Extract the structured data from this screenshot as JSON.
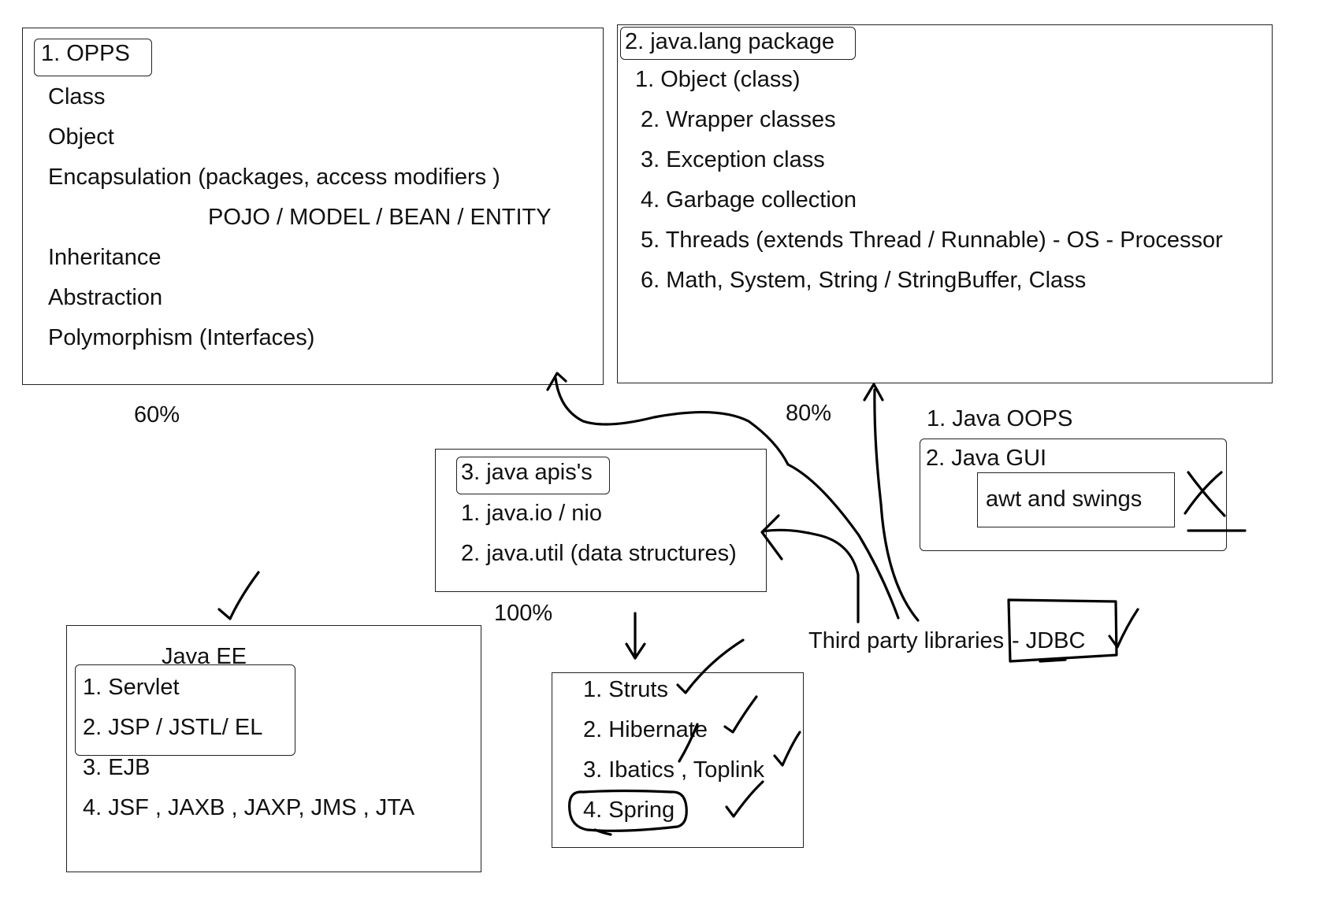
{
  "oops": {
    "title": "1. OPPS",
    "items": [
      "Class",
      "Object",
      "Encapsulation (packages, access modifiers )"
    ],
    "pojo": "POJO / MODEL / BEAN / ENTITY",
    "items2": [
      "Inheritance",
      "Abstraction",
      "Polymorphism (Interfaces)"
    ],
    "percent": "60%"
  },
  "lang": {
    "title": "2. java.lang package",
    "items": [
      "1. Object (class)",
      "2. Wrapper classes",
      "3. Exception class",
      "4. Garbage collection",
      "5. Threads (extends Thread / Runnable) - OS - Processor",
      "6. Math, System, String / StringBuffer, Class"
    ],
    "percent": "80%"
  },
  "apis": {
    "title": "3. java apis's",
    "items": [
      "1. java.io / nio",
      "2. java.util (data structures)"
    ],
    "percent": "100%"
  },
  "gui": {
    "oops_line": "1. Java  OOPS",
    "title": "2. Java GUI",
    "sub": "awt and swings"
  },
  "javaee": {
    "title": "Java EE",
    "items": [
      "1. Servlet",
      "2. JSP / JSTL/ EL",
      "3. EJB",
      "4. JSF , JAXB , JAXP, JMS , JTA"
    ]
  },
  "frameworks": {
    "items": [
      "1. Struts",
      "2. Hibernate",
      "3. Ibatics , Toplink",
      "4. Spring"
    ]
  },
  "third_party": {
    "label": "Third party libraries",
    "jdbc": "- JDBC"
  }
}
